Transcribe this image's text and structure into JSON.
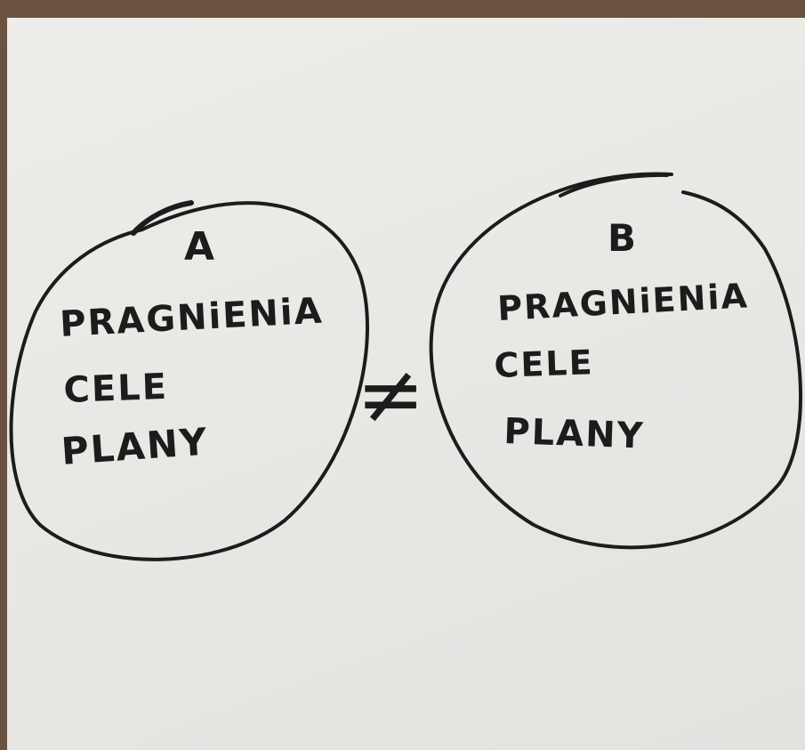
{
  "colors": {
    "paper": "#ebe9e6",
    "ink": "#1c1c1c",
    "table": "#6b5240"
  },
  "left_circle": {
    "letter": "A",
    "lines": [
      "PRAGNiENiA",
      "CELE",
      "PLANY"
    ]
  },
  "relation_symbol": "≠",
  "right_circle": {
    "letter": "B",
    "lines": [
      "PRAGNiENiA",
      "CELE",
      "PLANY"
    ]
  }
}
